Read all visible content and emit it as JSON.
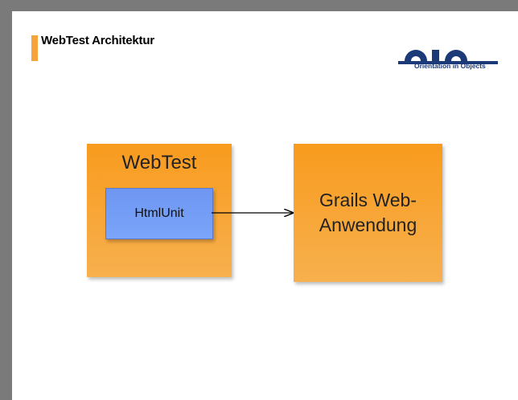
{
  "slide": {
    "title": "WebTest Architektur"
  },
  "logo": {
    "mark": "OIO",
    "caption": "Orientation in Objects"
  },
  "diagram": {
    "outer_box": {
      "label": "WebTest"
    },
    "inner_box": {
      "label": "HtmlUnit"
    },
    "target_box": {
      "label_line1": "Grails Web-",
      "label_line2": "Anwendung"
    },
    "colors": {
      "orange_box": "#f89b1e",
      "blue_box": "#6e96f2",
      "title_accent": "#f6a33c",
      "logo_blue": "#1d3a78"
    }
  }
}
